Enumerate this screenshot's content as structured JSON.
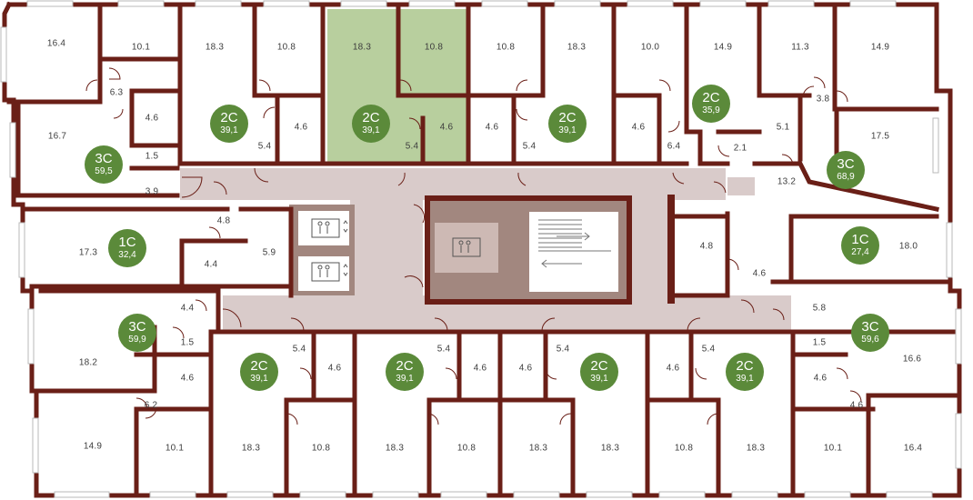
{
  "colors": {
    "wall": "#6a1f17",
    "corridor": "#d9cbca",
    "core": "#a2877f",
    "highlight": "#b8cf9e",
    "badge": "#5b8a3a"
  },
  "apartments": [
    {
      "type": "3С",
      "area": "59,5"
    },
    {
      "type": "2С",
      "area": "39,1"
    },
    {
      "type": "2С",
      "area": "39,1"
    },
    {
      "type": "2С",
      "area": "39,1"
    },
    {
      "type": "2С",
      "area": "35,9"
    },
    {
      "type": "3С",
      "area": "68,9"
    },
    {
      "type": "1С",
      "area": "32,4"
    },
    {
      "type": "1С",
      "area": "27,4"
    },
    {
      "type": "3С",
      "area": "59,9"
    },
    {
      "type": "2С",
      "area": "39,1"
    },
    {
      "type": "2С",
      "area": "39,1"
    },
    {
      "type": "2С",
      "area": "39,1"
    },
    {
      "type": "2С",
      "area": "39,1"
    },
    {
      "type": "3С",
      "area": "59,6"
    }
  ],
  "room_areas": [
    "16.4",
    "10.1",
    "6.3",
    "4.6",
    "16.7",
    "1.5",
    "3.9",
    "18.3",
    "10.8",
    "5.4",
    "4.6",
    "18.3",
    "10.8",
    "5.4",
    "4.6",
    "10.8",
    "18.3",
    "4.6",
    "5.4",
    "10.0",
    "14.9",
    "4.6",
    "6.4",
    "11.3",
    "14.9",
    "3.8",
    "5.1",
    "2.1",
    "17.5",
    "13.2",
    "4.8",
    "17.3",
    "4.4",
    "5.9",
    "4.8",
    "4.6",
    "18.0",
    "4.4",
    "1.5",
    "18.2",
    "4.6",
    "6.2",
    "14.9",
    "10.1",
    "5.4",
    "4.6",
    "18.3",
    "10.8",
    "5.4",
    "4.6",
    "18.3",
    "10.8",
    "5.4",
    "4.6",
    "18.3",
    "18.3",
    "5.4",
    "4.6",
    "10.8",
    "18.3",
    "5.8",
    "1.5",
    "16.6",
    "4.6",
    "4.6",
    "10.1",
    "16.4"
  ]
}
